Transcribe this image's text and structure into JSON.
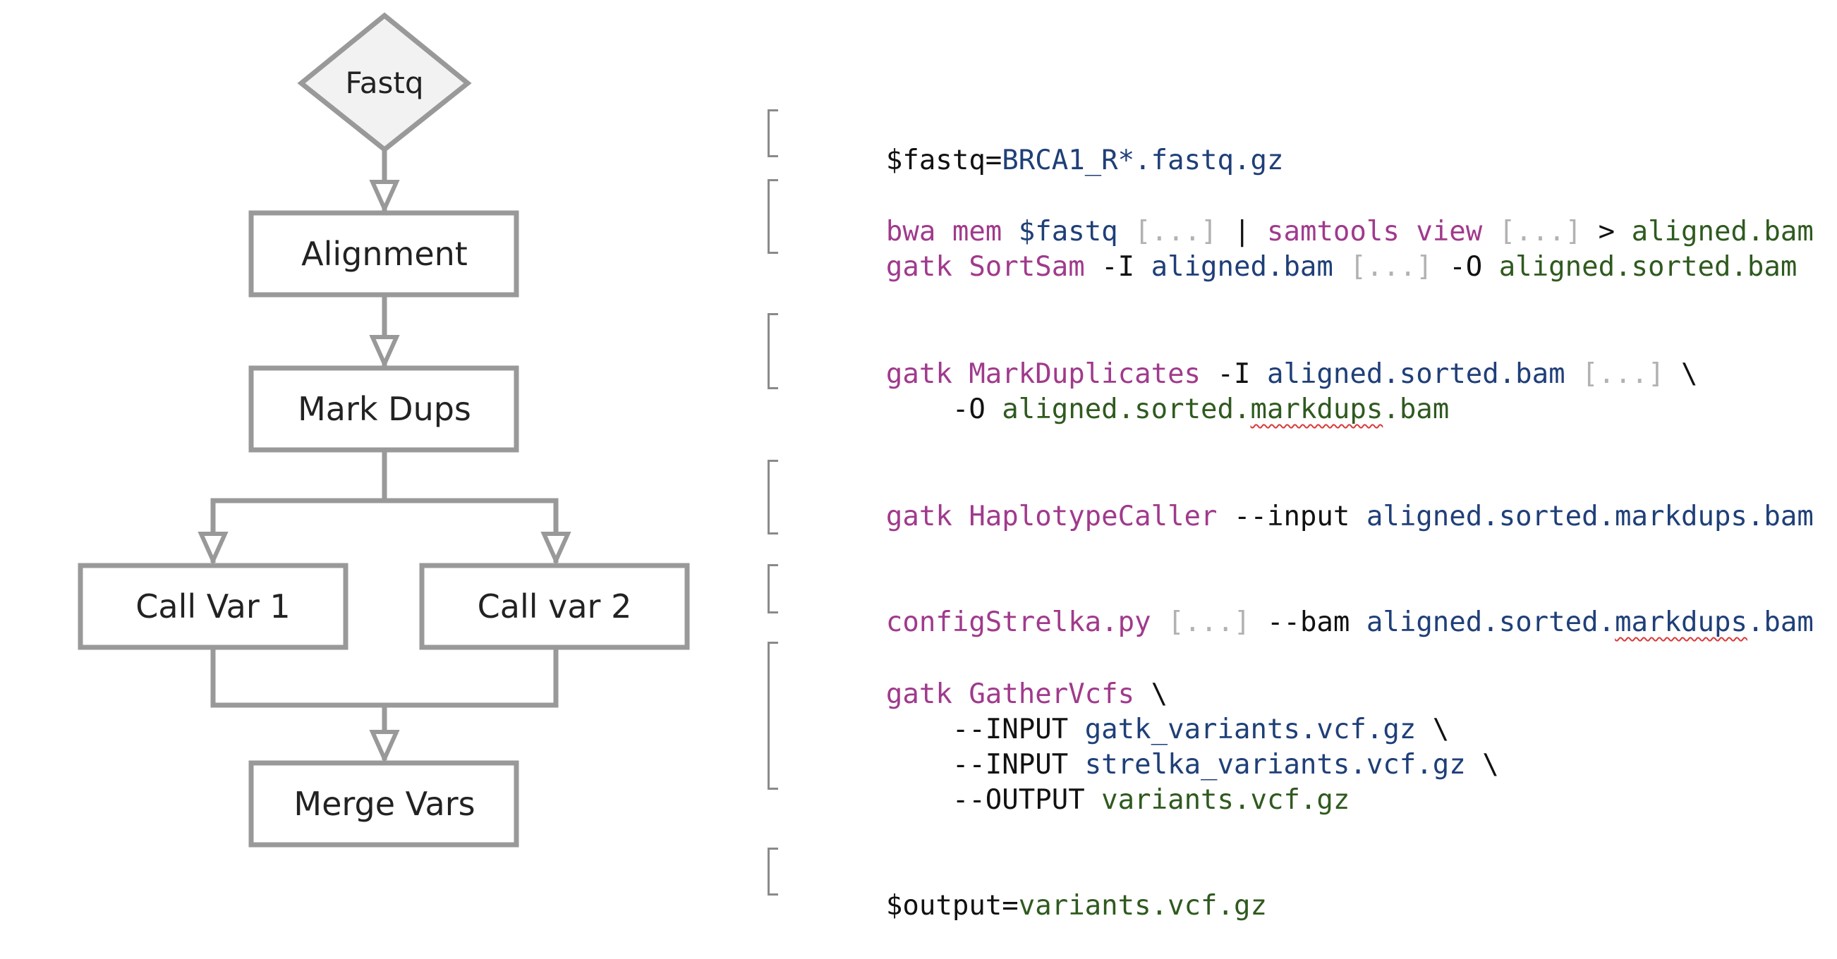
{
  "flowchart": {
    "nodes": {
      "fastq": "Fastq",
      "alignment": "Alignment",
      "mark_dups": "Mark Dups",
      "call_var_1": "Call Var 1",
      "call_var_2": "Call var 2",
      "merge_vars": "Merge Vars"
    },
    "colors": {
      "stroke": "#999999",
      "diamond_fill": "#f2f2f2",
      "box_fill": "#ffffff"
    }
  },
  "code": {
    "b1": {
      "l1": {
        "a": "$fastq=",
        "b": "BRCA1_R*.fastq.gz"
      }
    },
    "b2": {
      "l1": {
        "a": "bwa mem",
        "b": " $fastq ",
        "c": "[...]",
        "d": " | ",
        "e": "samtools view",
        "f": " ",
        "g": "[...]",
        "h": " > ",
        "i": "aligned.bam"
      },
      "l2": {
        "a": "gatk SortSam",
        "b": " -I ",
        "c": "aligned.bam",
        "d": " ",
        "e": "[...]",
        "f": " -O ",
        "g": "aligned.sorted.bam"
      }
    },
    "b3": {
      "l1": {
        "a": "gatk MarkDuplicates",
        "b": " -I ",
        "c": "aligned.sorted.bam",
        "d": " ",
        "e": "[...]",
        "f": " \\"
      },
      "l2": {
        "a": "    -O ",
        "b": "aligned.sorted.",
        "c": "markdups",
        "d": ".bam"
      }
    },
    "b4": {
      "l1": {
        "a": "gatk HaplotypeCaller",
        "b": " --input ",
        "c": "aligned.sorted.markdups.bam"
      }
    },
    "b5": {
      "l1": {
        "a": "configStrelka.py",
        "b": " ",
        "c": "[...]",
        "d": " --bam ",
        "e": "aligned.sorted.",
        "f": "markdups",
        "g": ".bam"
      }
    },
    "b6": {
      "l1": {
        "a": "gatk GatherVcfs",
        "b": " \\"
      },
      "l2": {
        "a": "    --INPUT ",
        "b": "gatk_variants.vcf.gz",
        "c": " \\"
      },
      "l3": {
        "a": "    --INPUT ",
        "b": "strelka_variants.vcf.gz",
        "c": " \\"
      },
      "l4": {
        "a": "    --OUTPUT ",
        "b": "variants.vcf.gz"
      }
    },
    "b7": {
      "l1": {
        "a": "$output=",
        "b": "variants.vcf.gz"
      }
    }
  }
}
